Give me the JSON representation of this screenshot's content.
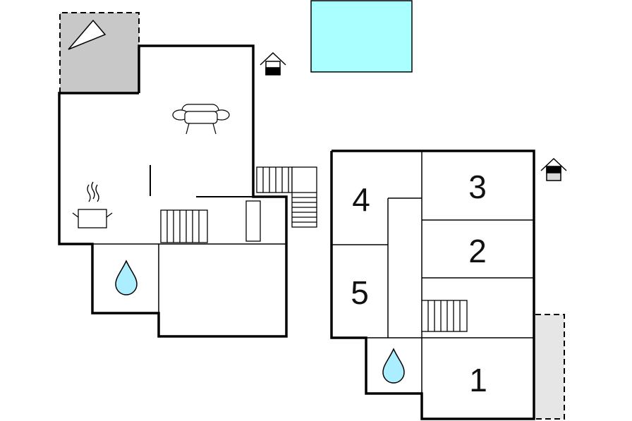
{
  "floorplan": {
    "rooms": [
      {
        "id": "room-1",
        "label": "1"
      },
      {
        "id": "room-2",
        "label": "2"
      },
      {
        "id": "room-3",
        "label": "3"
      },
      {
        "id": "room-4",
        "label": "4"
      },
      {
        "id": "room-5",
        "label": "5"
      }
    ],
    "icons": [
      "terrace-area",
      "sun-lounger-icon",
      "pool",
      "entrance-icon",
      "armchair-icon",
      "cooking-pot-icon",
      "bathroom-drop-icon",
      "staircase"
    ],
    "colors": {
      "pool": "#aaffff",
      "terrace": "#c8c8c8",
      "terrace_light": "#e6e6e6",
      "drop": "#aaeeff",
      "wall": "#000000"
    }
  }
}
